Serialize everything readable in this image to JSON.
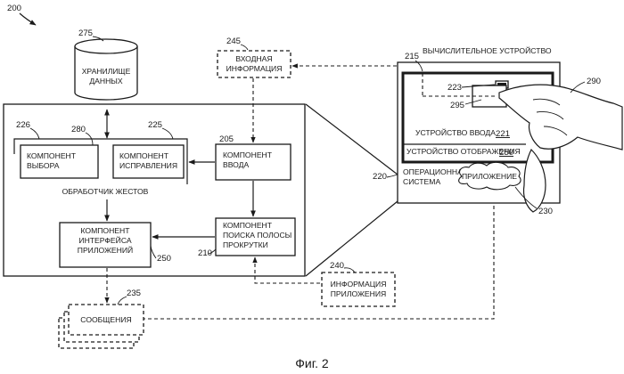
{
  "figure": {
    "ref": "200",
    "caption": "Фиг. 2"
  },
  "data_store": {
    "ref": "275",
    "lines": [
      "ХРАНИЛИЩЕ",
      "ДАННЫХ"
    ]
  },
  "input_info": {
    "ref": "245",
    "lines": [
      "ВХОДНАЯ",
      "ИНФОРМАЦИЯ"
    ]
  },
  "gesture_handler": {
    "label": "ОБРАБОТЧИК ЖЕСТОВ",
    "selection": {
      "ref": "226",
      "inner_ref": "280",
      "lines": [
        "КОМПОНЕНТ",
        "ВЫБОРА"
      ]
    },
    "correction": {
      "ref": "225",
      "lines": [
        "КОМПОНЕНТ",
        "ИСПРАВЛЕНИЯ"
      ]
    },
    "input_component": {
      "ref": "205",
      "lines": [
        "КОМПОНЕНТ",
        "ВВОДА"
      ]
    },
    "app_interface": {
      "ref": "250",
      "lines": [
        "КОМПОНЕНТ",
        "ИНТЕРФЕЙСА",
        "ПРИЛОЖЕНИЙ"
      ]
    },
    "scrollbar_search": {
      "ref": "210",
      "lines": [
        "КОМПОНЕНТ",
        "ПОИСКА ПОЛОСЫ",
        "ПРОКРУТКИ"
      ]
    }
  },
  "app_info": {
    "ref": "240",
    "lines": [
      "ИНФОРМАЦИЯ",
      "ПРИЛОЖЕНИЯ"
    ]
  },
  "messages": {
    "ref": "235",
    "label": "СООБЩЕНИЯ"
  },
  "computing_device": {
    "title": "ВЫЧИСЛИТЕЛЬНОЕ УСТРОЙСТВО",
    "ref": "215",
    "input_device": {
      "label": "УСТРОЙСТВО ВВОДА",
      "ref": "221"
    },
    "display_device": {
      "label": "УСТРОЙСТВО ОТОБРАЖЕНИЯ",
      "ref": "250"
    },
    "scroll_ref": "223",
    "touch_ref": "295",
    "hand_ref": "290",
    "os": {
      "ref": "220",
      "lines": [
        "ОПЕРАЦИОННАЯ",
        "СИСТЕМА"
      ]
    },
    "application": {
      "ref": "230",
      "label": "ПРИЛОЖЕНИЕ"
    }
  }
}
